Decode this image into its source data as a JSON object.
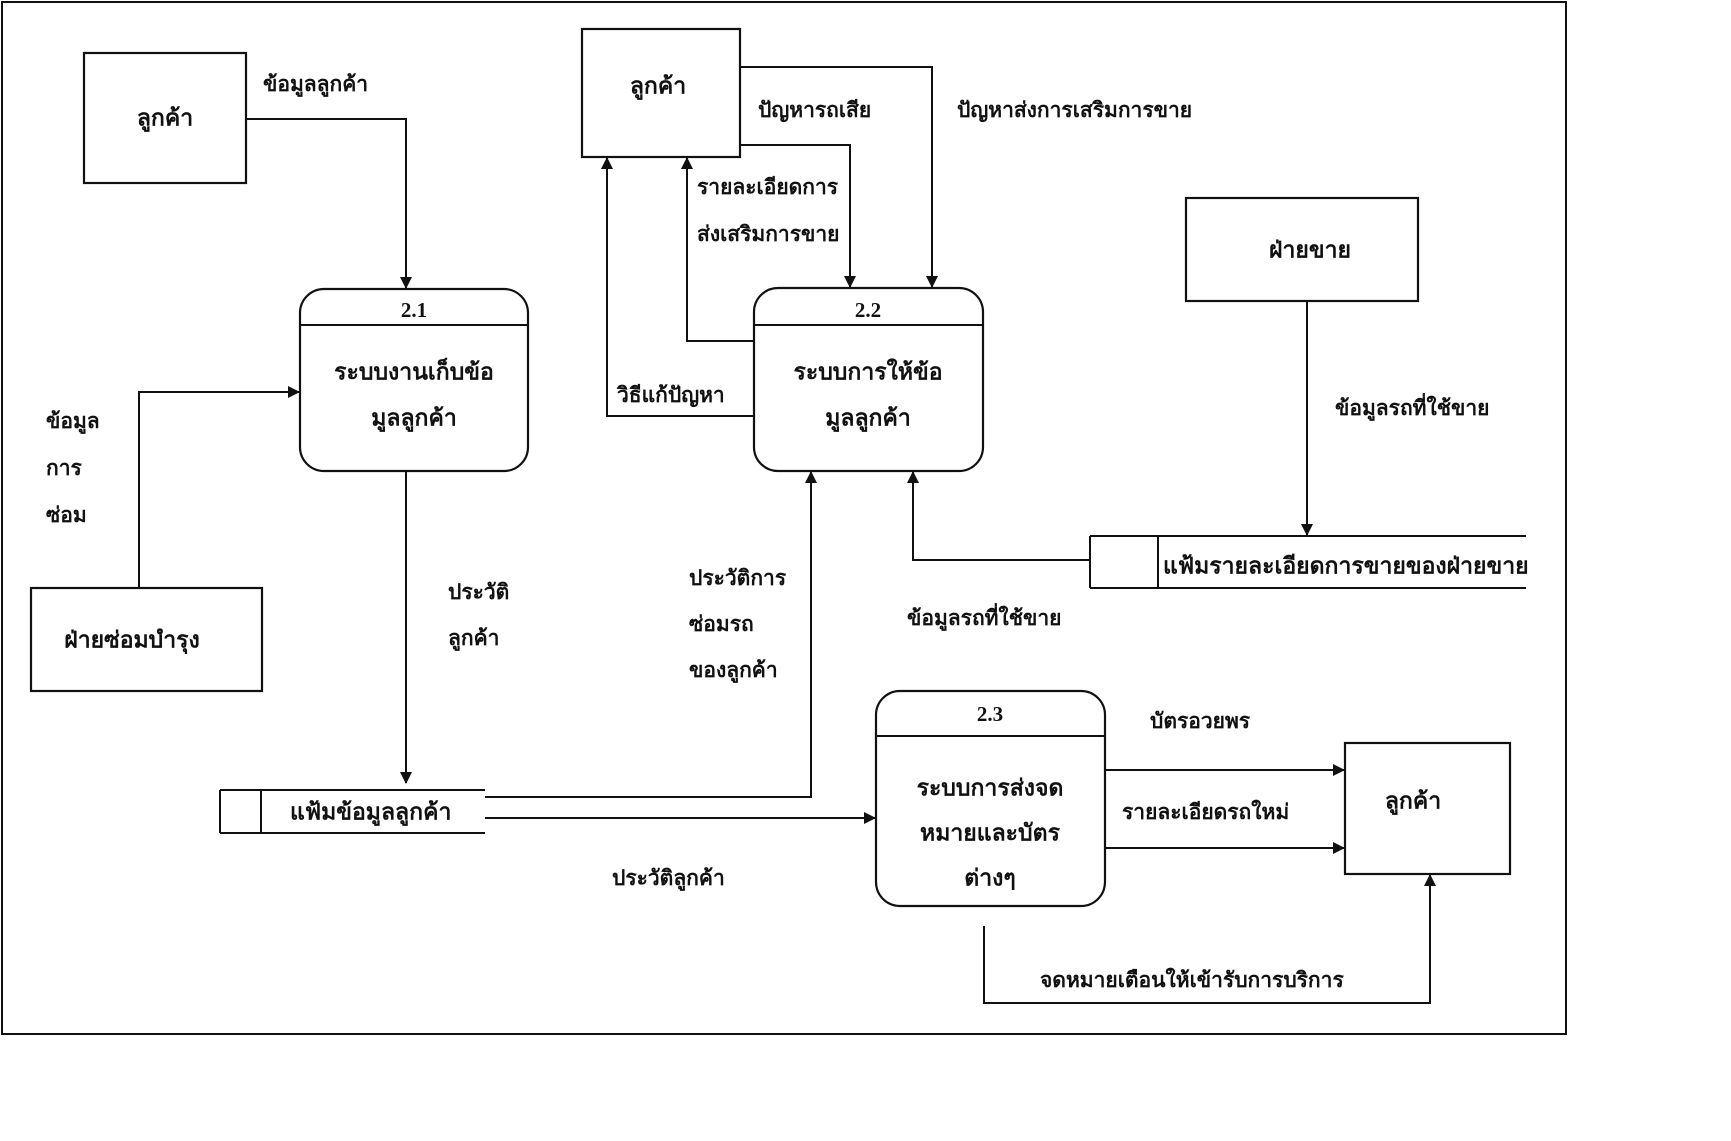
{
  "externals": {
    "customer_top_left": "ลูกค้า",
    "customer_top_mid": "ลูกค้า",
    "sales_dept": "ฝ่ายขาย",
    "maintenance_dept": "ฝ่ายซ่อมบำรุง",
    "customer_right": "ลูกค้า"
  },
  "processes": {
    "p21": {
      "number": "2.1",
      "line1": "ระบบงานเก็บข้อ",
      "line2": "มูลลูกค้า"
    },
    "p22": {
      "number": "2.2",
      "line1": "ระบบการให้ข้อ",
      "line2": "มูลลูกค้า"
    },
    "p23": {
      "number": "2.3",
      "line1": "ระบบการส่งจด",
      "line2": "หมายและบัตร",
      "line3": "ต่างๆ"
    }
  },
  "stores": {
    "customer_file": "แฟ้มข้อมูลลูกค้า",
    "sales_file": "แฟ้มรายละเอียดการขายของฝ่ายขาย"
  },
  "flows": {
    "customer_info": "ข้อมูลลูกค้า",
    "repair_info": [
      "ข้อมูล",
      "การ",
      "ซ่อม"
    ],
    "car_problem": "ปัญหารถเสีย",
    "promo_problem": "ปัญหาส่งการเสริมการขาย",
    "promo_detail": [
      "รายละเอียดการ",
      "ส่งเสริมการขาย"
    ],
    "solution": "วิธีแก้ปัญหา",
    "cars_for_sale_sales": "ข้อมูลรถที่ใช้ขาย",
    "cars_for_sale_store": "ข้อมูลรถที่ใช้ขาย",
    "customer_history": [
      "ประวัติ",
      "ลูกค้า"
    ],
    "repair_history": [
      "ประวัติการ",
      "ซ่อมรถ",
      "ของลูกค้า"
    ],
    "customer_history_2": "ประวัติลูกค้า",
    "greeting_card": "บัตรอวยพร",
    "new_car_detail": "รายละเอียดรถใหม่",
    "reminder_letter": "จดหมายเตือนให้เข้ารับการบริการ"
  }
}
